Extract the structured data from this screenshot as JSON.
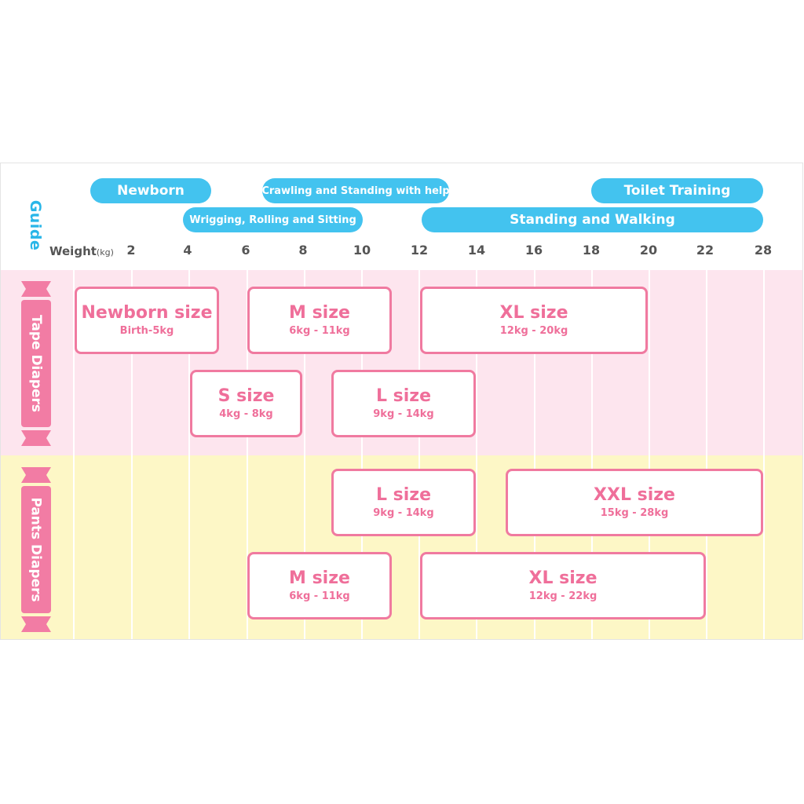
{
  "guide": {
    "title": "Guide",
    "stages": [
      {
        "label": "Newborn"
      },
      {
        "label": "Crawling and Standing with help"
      },
      {
        "label": "Toilet Training"
      },
      {
        "label": "Wrigging, Rolling and Sitting"
      },
      {
        "label": "Standing and Walking"
      }
    ]
  },
  "weight_axis": {
    "label": "Weight",
    "unit": "(kg)",
    "ticks": [
      "2",
      "4",
      "6",
      "8",
      "10",
      "12",
      "14",
      "16",
      "18",
      "20",
      "22",
      "28"
    ]
  },
  "tape_diapers": {
    "label": "Tape Diapers",
    "sizes": [
      {
        "name": "Newborn size",
        "range": "Birth-5kg"
      },
      {
        "name": "M size",
        "range": "6kg - 11kg"
      },
      {
        "name": "XL size",
        "range": "12kg - 20kg"
      },
      {
        "name": "S size",
        "range": "4kg - 8kg"
      },
      {
        "name": "L size",
        "range": "9kg - 14kg"
      }
    ]
  },
  "pants_diapers": {
    "label": "Pants Diapers",
    "sizes": [
      {
        "name": "L size",
        "range": "9kg - 14kg"
      },
      {
        "name": "XXL size",
        "range": "15kg - 28kg"
      },
      {
        "name": "M size",
        "range": "6kg - 11kg"
      },
      {
        "name": "XL size",
        "range": "12kg - 22kg"
      }
    ]
  },
  "colors": {
    "guide_pill": "#43c3ef",
    "guide_text": "#29b6e8",
    "tape_band": "#fde5ee",
    "pants_band": "#fdf7c6",
    "ribbon": "#f27ca4",
    "box_border": "#f07aa0",
    "box_text": "#ef6f9a"
  }
}
